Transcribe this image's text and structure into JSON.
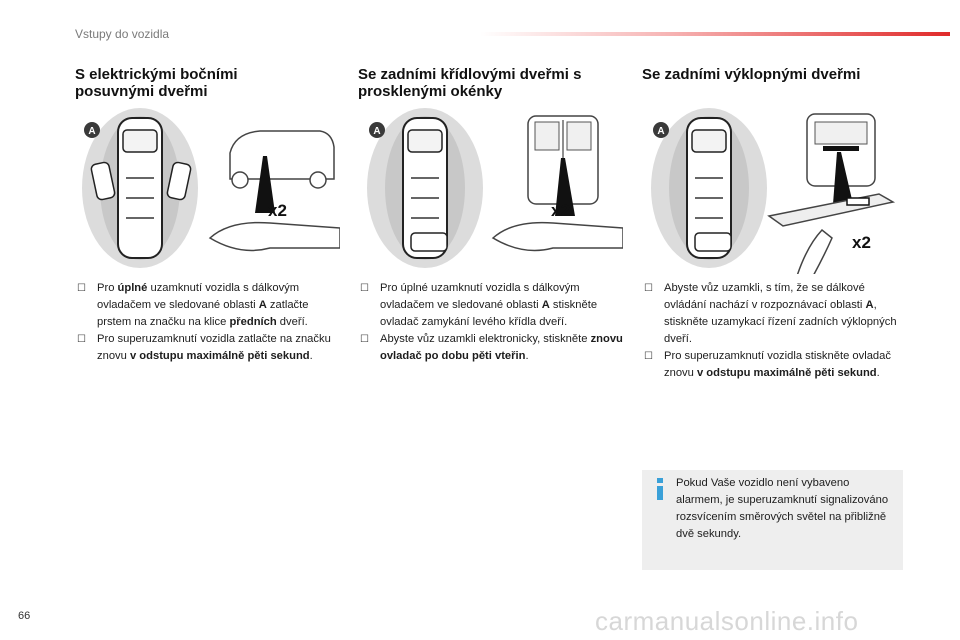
{
  "header": {
    "title": "Vstupy do vozidla"
  },
  "columns": [
    {
      "title_line1": "S elektrickými bočními",
      "title_line2": "posuvnými dveřmi",
      "label_a": "A",
      "label_x2": "x2",
      "bullets": [
        {
          "parts": [
            "Pro ",
            "úplné",
            " uzamknutí vozidla s dálkovým ovladačem ve sledované oblasti ",
            "A",
            " zatlačte prstem na značku na klice ",
            "předních",
            " dveří."
          ]
        },
        {
          "parts": [
            "Pro superuzamknutí vozidla zatlačte na značku znovu ",
            "v odstupu maximálně pěti sekund",
            "."
          ]
        }
      ]
    },
    {
      "title_line1": "Se zadními křídlovými dveřmi s",
      "title_line2": "prosklenými okénky",
      "label_a": "A",
      "label_x2": "x2",
      "bullets": [
        {
          "parts": [
            "Pro úplné uzamknutí vozidla s dálkovým ovladačem ve sledované oblasti ",
            "A",
            " stiskněte ovladač zamykání levého křídla dveří."
          ]
        },
        {
          "parts": [
            "Abyste vůz uzamkli elektronicky, stiskněte ",
            "znovu ovladač po dobu pěti vteřin",
            "."
          ]
        }
      ]
    },
    {
      "title_line1": "Se zadními výklopnými dveřmi",
      "title_line2": "",
      "label_a": "A",
      "label_x2": "x2",
      "bullets": [
        {
          "parts": [
            "Abyste vůz uzamkli, s tím, že se dálkové ovládání nachází v rozpoznávací oblasti ",
            "A",
            ", stiskněte uzamykací řízení zadních výklopných dveří."
          ]
        },
        {
          "parts": [
            "Pro superuzamknutí vozidla stiskněte ovladač znovu ",
            "v odstupu maximálně pěti sekund",
            "."
          ]
        }
      ]
    }
  ],
  "info": {
    "text": "Pokud Vaše vozidlo není vybaveno alarmem, je superuzamknutí signalizováno rozsvícením směrových světel na přibližně dvě sekundy."
  },
  "footer": {
    "page_number": "66",
    "watermark": "carmanualsonline.info"
  },
  "colors": {
    "accent_red": "#e02a2a",
    "info_icon_blue": "#3aa0d8",
    "label_a_bg": "#3a3a3a"
  }
}
